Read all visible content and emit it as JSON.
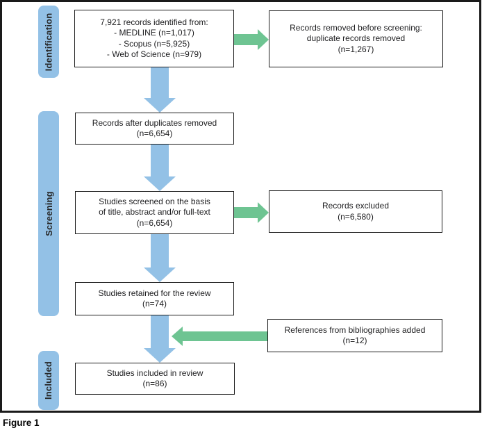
{
  "caption": "Figure 1",
  "colors": {
    "blue": "#93c1e6",
    "green": "#6ec492",
    "box_border": "#1a1a1a",
    "text": "#1d1d1f"
  },
  "stage_labels": [
    {
      "id": "identification",
      "label": "Identification"
    },
    {
      "id": "screening",
      "label": "Screening"
    },
    {
      "id": "included",
      "label": "Included"
    }
  ],
  "boxes": {
    "identified": {
      "lines": [
        "7,921 records identified from:",
        "- MEDLINE (n=1,017)",
        "- Scopus (n=5,925)",
        "- Web of Science (n=979)"
      ]
    },
    "removed_before": {
      "lines": [
        "Records removed before screening:",
        "duplicate records removed",
        "(n=1,267)"
      ]
    },
    "after_duplicates": {
      "lines": [
        "Records after duplicates removed",
        "(n=6,654)"
      ]
    },
    "screened": {
      "lines": [
        "Studies screened on the basis",
        "of title, abstract and/or full-text",
        "(n=6,654)"
      ]
    },
    "excluded": {
      "lines": [
        "Records excluded",
        "(n=6,580)"
      ]
    },
    "retained": {
      "lines": [
        "Studies retained for the review",
        "(n=74)"
      ]
    },
    "references_added": {
      "lines": [
        "References from bibliographies added",
        "(n=12)"
      ]
    },
    "included": {
      "lines": [
        "Studies included in review",
        "(n=86)"
      ]
    }
  }
}
